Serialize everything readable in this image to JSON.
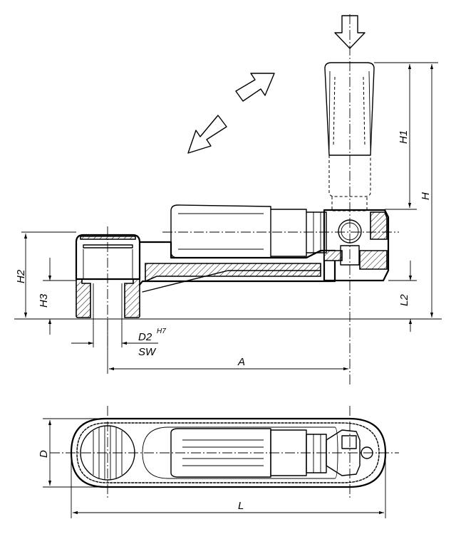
{
  "labels": {
    "H2": "H2",
    "H3": "H3",
    "H1": "H1",
    "H": "H",
    "L2": "L2",
    "D2": "D2",
    "H7": "H7",
    "SW": "SW",
    "A": "A",
    "D": "D",
    "L": "L"
  },
  "colors": {
    "line": "#000000",
    "background": "#ffffff"
  }
}
